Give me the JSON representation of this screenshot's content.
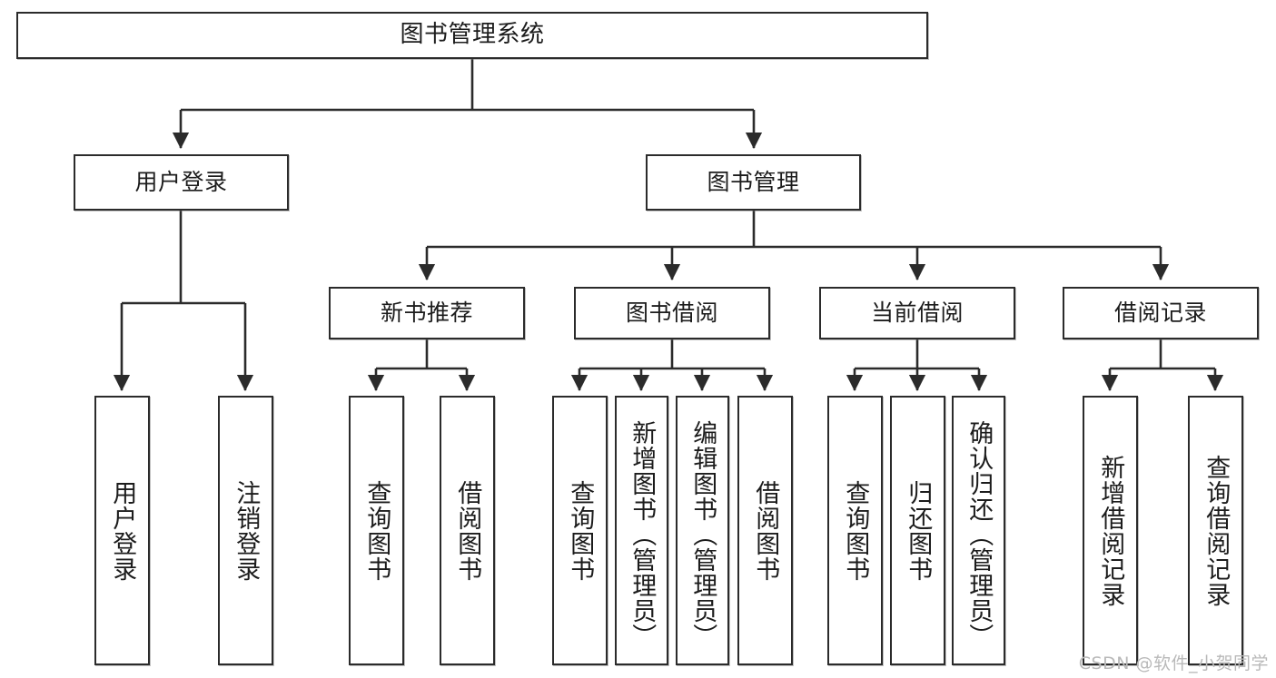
{
  "diagram": {
    "title": "图书管理系统",
    "type": "tree-hierarchy",
    "watermark": "CSDN @软件_小贺同学",
    "colors": {
      "stroke": "#2b2b2b",
      "fill": "#ffffff",
      "text": "#1c1c1c",
      "watermark": "#b9b9b9"
    },
    "levels": [
      {
        "level": 1,
        "nodes": [
          {
            "id": "root",
            "label": "图书管理系统",
            "orientation": "horizontal"
          }
        ]
      },
      {
        "level": 2,
        "nodes": [
          {
            "id": "user-login",
            "label": "用户登录",
            "orientation": "horizontal",
            "parent": "root"
          },
          {
            "id": "book-manage",
            "label": "图书管理",
            "orientation": "horizontal",
            "parent": "root"
          }
        ]
      },
      {
        "level": 3,
        "nodes": [
          {
            "id": "new-book-rec",
            "label": "新书推荐",
            "orientation": "horizontal",
            "parent": "book-manage"
          },
          {
            "id": "book-borrow",
            "label": "图书借阅",
            "orientation": "horizontal",
            "parent": "book-manage"
          },
          {
            "id": "current-borrow",
            "label": "当前借阅",
            "orientation": "horizontal",
            "parent": "book-manage"
          },
          {
            "id": "borrow-record",
            "label": "借阅记录",
            "orientation": "horizontal",
            "parent": "book-manage"
          }
        ]
      },
      {
        "level": 4,
        "nodes": [
          {
            "id": "leaf-user-login",
            "label": "用户登录",
            "orientation": "vertical",
            "parent": "user-login"
          },
          {
            "id": "leaf-user-logout",
            "label": "注销登录",
            "orientation": "vertical",
            "parent": "user-login"
          },
          {
            "id": "leaf-query-book-1",
            "label": "查询图书",
            "orientation": "vertical",
            "parent": "new-book-rec"
          },
          {
            "id": "leaf-borrow-book-1",
            "label": "借阅图书",
            "orientation": "vertical",
            "parent": "new-book-rec"
          },
          {
            "id": "leaf-query-book-2",
            "label": "查询图书",
            "orientation": "vertical",
            "parent": "book-borrow"
          },
          {
            "id": "leaf-add-book",
            "label": "新增图书（管理员）",
            "orientation": "vertical",
            "parent": "book-borrow"
          },
          {
            "id": "leaf-edit-book",
            "label": "编辑图书（管理员）",
            "orientation": "vertical",
            "parent": "book-borrow"
          },
          {
            "id": "leaf-borrow-book-2",
            "label": "借阅图书",
            "orientation": "vertical",
            "parent": "book-borrow"
          },
          {
            "id": "leaf-query-book-3",
            "label": "查询图书",
            "orientation": "vertical",
            "parent": "current-borrow"
          },
          {
            "id": "leaf-return-book",
            "label": "归还图书",
            "orientation": "vertical",
            "parent": "current-borrow"
          },
          {
            "id": "leaf-confirm-return",
            "label": "确认归还（管理员）",
            "orientation": "vertical",
            "parent": "current-borrow"
          },
          {
            "id": "leaf-add-record",
            "label": "新增借阅记录",
            "orientation": "vertical",
            "parent": "borrow-record"
          },
          {
            "id": "leaf-query-record",
            "label": "查询借阅记录",
            "orientation": "vertical",
            "parent": "borrow-record"
          }
        ]
      }
    ]
  }
}
